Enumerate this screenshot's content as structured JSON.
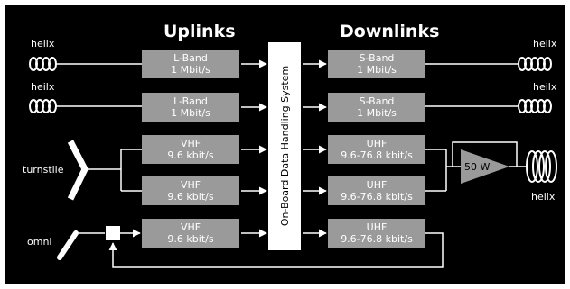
{
  "headers": {
    "uplinks": "Uplinks",
    "downlinks": "Downlinks"
  },
  "antennas": {
    "helix_label": "heilx",
    "turnstile_label": "turnstile",
    "omni_label": "omni"
  },
  "uplinks": [
    {
      "name": "L-Band",
      "rate": "1 Mbit/s"
    },
    {
      "name": "L-Band",
      "rate": "1 Mbit/s"
    },
    {
      "name": "VHF",
      "rate": "9.6 kbit/s"
    },
    {
      "name": "VHF",
      "rate": "9.6 kbit/s"
    },
    {
      "name": "VHF",
      "rate": "9.6 kbit/s"
    }
  ],
  "downlinks": [
    {
      "name": "S-Band",
      "rate": "1 Mbit/s"
    },
    {
      "name": "S-Band",
      "rate": "1 Mbit/s"
    },
    {
      "name": "UHF",
      "rate": "9.6-76.8 kbit/s"
    },
    {
      "name": "UHF",
      "rate": "9.6-76.8 kbit/s"
    },
    {
      "name": "UHF",
      "rate": "9.6-76.8 kbit/s"
    }
  ],
  "obdh": "On-Board Data Handling System",
  "amplifier": "50 W",
  "colors": {
    "background": "#000000",
    "box": "#9a9a9a",
    "line": "#ffffff"
  }
}
